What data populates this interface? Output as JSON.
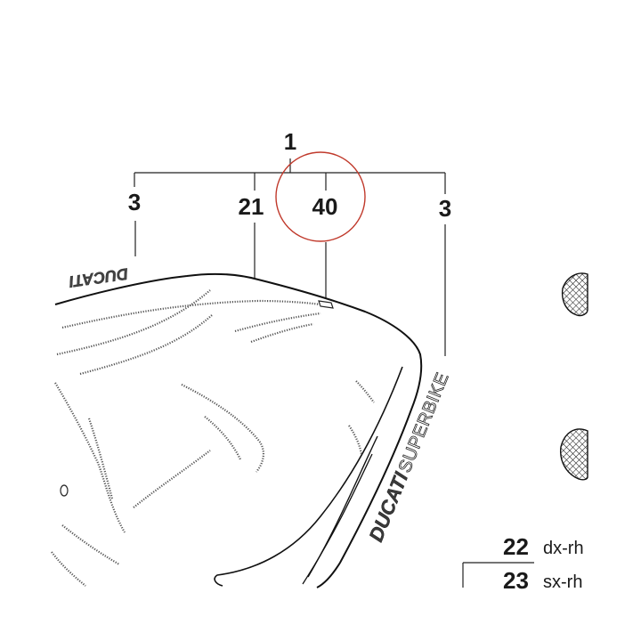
{
  "callouts": {
    "main": "1",
    "left": "3",
    "mid_left": "21",
    "circled": "40",
    "right": "3",
    "part_a_number": "22",
    "part_a_suffix": "dx-rh",
    "part_b_number": "23",
    "part_b_suffix": "sx-rh"
  },
  "decals": {
    "brand_mirrored": "DUCATI",
    "brand": "DUCATI",
    "model": "SUPERBIKE"
  },
  "colors": {
    "circle": "#c0392b",
    "line": "#111111"
  }
}
